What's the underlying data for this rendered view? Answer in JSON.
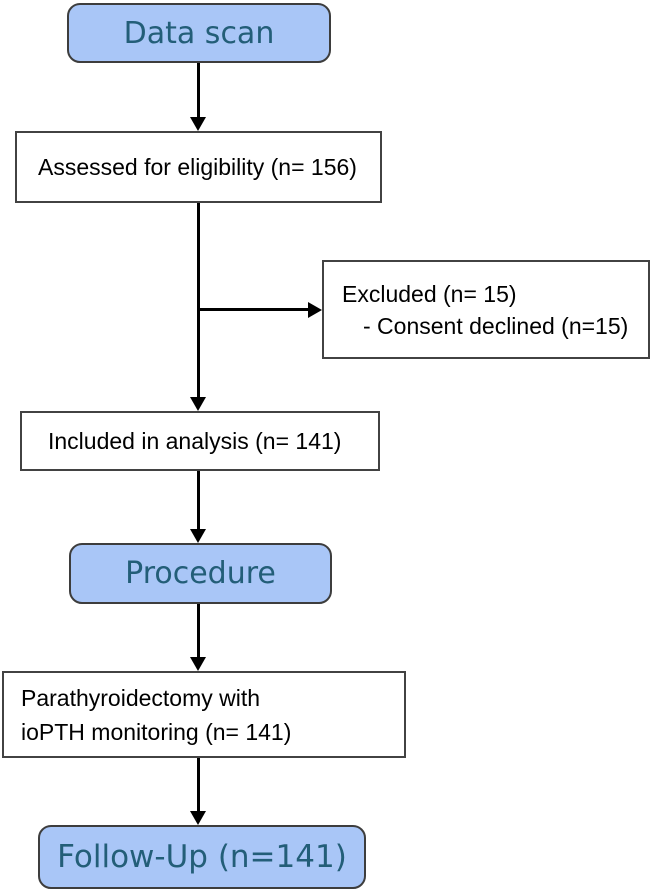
{
  "diagram": {
    "type": "flowchart",
    "nodes": {
      "data_scan": {
        "label": "Data scan"
      },
      "assessed": {
        "label": "Assessed for eligibility (n= 156)"
      },
      "excluded": {
        "lines": [
          "Excluded (n= 15)",
          "- Consent declined (n=15)"
        ]
      },
      "included": {
        "label": "Included in analysis (n= 141)"
      },
      "procedure": {
        "label": "Procedure"
      },
      "parathyroidectomy": {
        "lines": [
          "Parathyroidectomy with",
          "ioPTH monitoring (n= 141)"
        ]
      },
      "follow_up": {
        "label": "Follow-Up (n=141)"
      }
    },
    "edges": [
      {
        "from": "data_scan",
        "to": "assessed"
      },
      {
        "from": "assessed",
        "to": "included"
      },
      {
        "from": "assessed",
        "to": "excluded",
        "branch": "right"
      },
      {
        "from": "included",
        "to": "procedure"
      },
      {
        "from": "procedure",
        "to": "parathyroidectomy"
      },
      {
        "from": "parathyroidectomy",
        "to": "follow_up"
      }
    ],
    "colors": {
      "canvas_bg": "#ffffff",
      "stage_fill": "#a9c6f7",
      "stage_border": "#3d3d3d",
      "stage_text": "#235e78",
      "process_fill": "#ffffff",
      "process_border": "#424242",
      "process_text": "#000000",
      "arrow_color": "#000000"
    }
  }
}
